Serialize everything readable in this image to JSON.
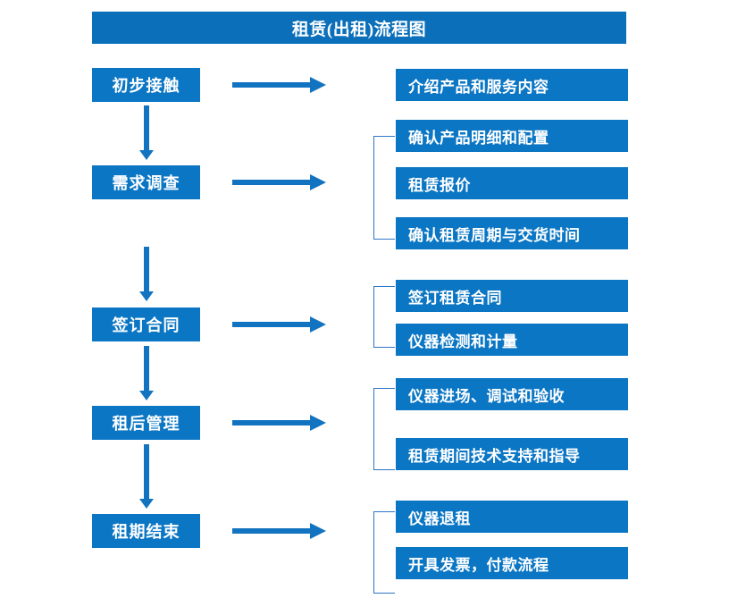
{
  "diagram": {
    "title": "租赁(出租)流程图",
    "colors": {
      "box_fill": "#0b76c4",
      "title_fill": "#0b6fba",
      "arrow": "#1273c1",
      "bracket": "#2f76c4",
      "text": "#ffffff",
      "background": "#ffffff"
    },
    "stages": [
      {
        "label": "初步接触"
      },
      {
        "label": "需求调查"
      },
      {
        "label": "签订合同"
      },
      {
        "label": "租后管理"
      },
      {
        "label": "租期结束"
      }
    ],
    "details": [
      {
        "label": "介绍产品和服务内容"
      },
      {
        "label": "确认产品明细和配置"
      },
      {
        "label": "租赁报价"
      },
      {
        "label": "确认租赁周期与交货时间"
      },
      {
        "label": "签订租赁合同"
      },
      {
        "label": "仪器检测和计量"
      },
      {
        "label": "仪器进场、调试和验收"
      },
      {
        "label": "租赁期间技术支持和指导"
      },
      {
        "label": "仪器退租"
      },
      {
        "label": "开具发票，付款流程"
      }
    ],
    "flow": [
      {
        "stage": "初步接触",
        "outputs": [
          "介绍产品和服务内容"
        ]
      },
      {
        "stage": "需求调查",
        "outputs": [
          "确认产品明细和配置",
          "租赁报价",
          "确认租赁周期与交货时间"
        ]
      },
      {
        "stage": "签订合同",
        "outputs": [
          "签订租赁合同",
          "仪器检测和计量"
        ]
      },
      {
        "stage": "租后管理",
        "outputs": [
          "仪器进场、调试和验收",
          "租赁期间技术支持和指导"
        ]
      },
      {
        "stage": "租期结束",
        "outputs": [
          "仪器退租",
          "开具发票，付款流程"
        ]
      }
    ]
  }
}
